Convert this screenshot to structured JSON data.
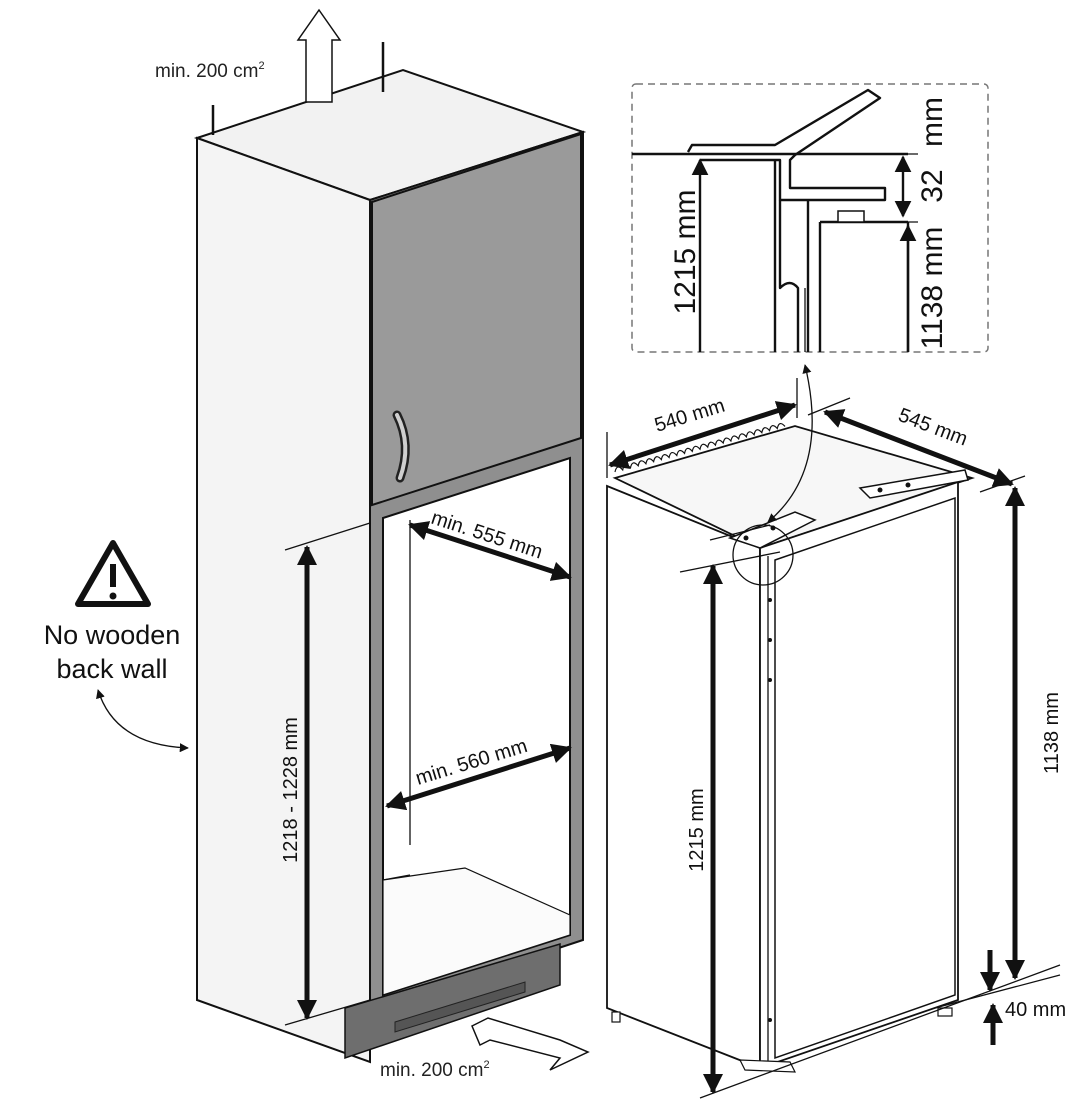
{
  "labels": {
    "vent_top": "min. 200 cm",
    "vent_top_sup": "2",
    "vent_bottom": "min. 200 cm",
    "vent_bottom_sup": "2",
    "warning_line1": "No wooden",
    "warning_line2": "back wall",
    "niche_depth": "min. 555 mm",
    "niche_width": "min. 560 mm",
    "niche_height": "1218 - 1228 mm",
    "unit_width": "540 mm",
    "unit_depth": "545 mm",
    "unit_height_door": "1215 mm",
    "unit_height_body": "1138 mm",
    "plinth_gap": "40 mm",
    "detail_1215": "1215 mm",
    "detail_32": "32",
    "detail_mm": "mm",
    "detail_1138": "1138 mm"
  },
  "icons": {
    "warning": "warning-triangle-icon",
    "vent_up": "arrow-up-icon",
    "vent_in": "arrow-right-icon"
  }
}
